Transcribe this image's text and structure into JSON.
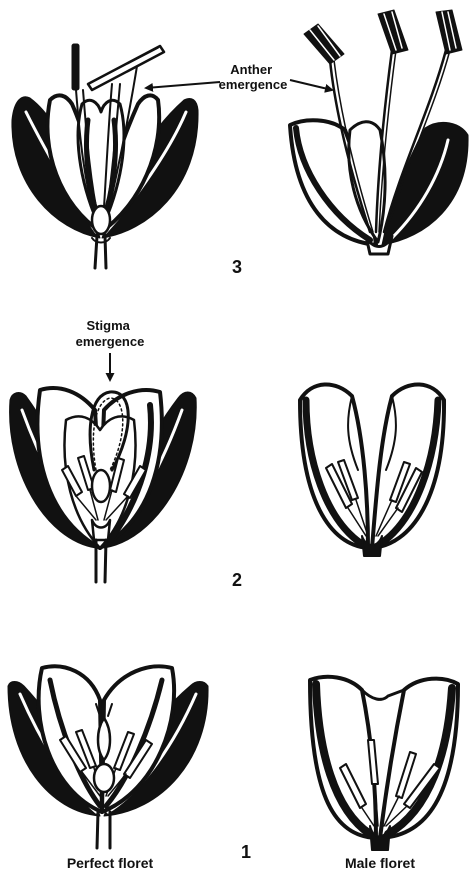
{
  "figure": {
    "annotations": {
      "anther_line1": "Anther",
      "anther_line2": "emergence",
      "stigma_line1": "Stigma",
      "stigma_line2": "emergence"
    },
    "stages": {
      "stage_3": "3",
      "stage_2": "2",
      "stage_1": "1"
    },
    "captions": {
      "perfect": "Perfect floret",
      "male": "Male floret"
    }
  }
}
